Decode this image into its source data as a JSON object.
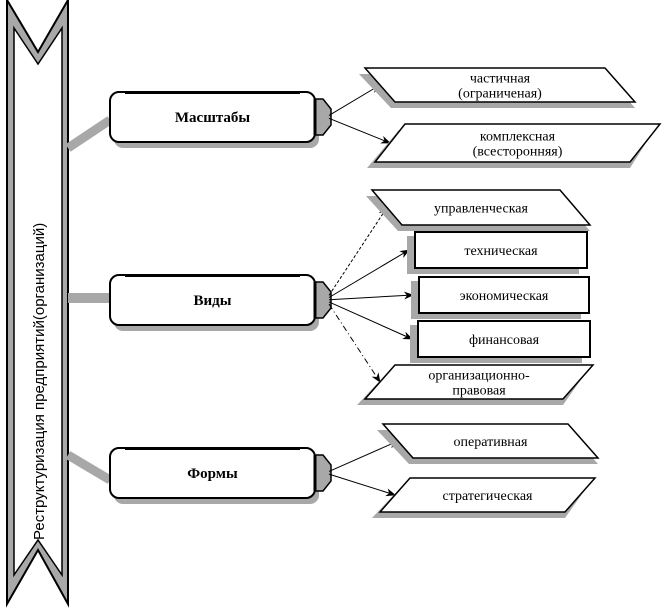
{
  "diagram": {
    "root": {
      "label": "Реструктуризация предприятий(организаций)"
    },
    "categories": [
      {
        "id": "scales",
        "label": "Масштабы",
        "children": [
          {
            "lines": [
              "частичная",
              "(ограниченая)"
            ],
            "shape": "parallelogram-left",
            "line": "solid"
          },
          {
            "lines": [
              "комплексная",
              "(всесторонняя)"
            ],
            "shape": "parallelogram-right",
            "line": "solid"
          }
        ]
      },
      {
        "id": "types",
        "label": "Виды",
        "children": [
          {
            "lines": [
              "управленческая"
            ],
            "shape": "parallelogram-left",
            "line": "dashed"
          },
          {
            "lines": [
              "техническая"
            ],
            "shape": "rectangle",
            "line": "solid"
          },
          {
            "lines": [
              "экономическая"
            ],
            "shape": "rectangle",
            "line": "solid"
          },
          {
            "lines": [
              "финансовая"
            ],
            "shape": "rectangle",
            "line": "solid"
          },
          {
            "lines": [
              "организационно-",
              "правовая"
            ],
            "shape": "parallelogram-right",
            "line": "dashdot"
          }
        ]
      },
      {
        "id": "forms",
        "label": "Формы",
        "children": [
          {
            "lines": [
              "оперативная"
            ],
            "shape": "parallelogram-left",
            "line": "solid"
          },
          {
            "lines": [
              "стратегическая"
            ],
            "shape": "parallelogram-right",
            "line": "solid"
          }
        ]
      }
    ],
    "colors": {
      "stroke": "#000000",
      "shadow": "#a8a8a8",
      "fill": "#ffffff",
      "banner_text": "#000000"
    }
  }
}
